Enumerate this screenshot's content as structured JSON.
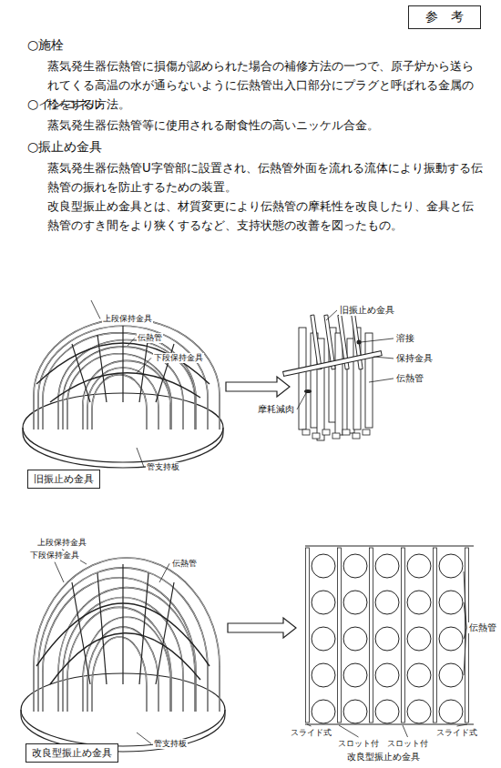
{
  "diagram": {
    "nodes": [
      {
        "text": [
          "参　考"
        ]
      },
      {
        "text": [
          "旧振止め金具"
        ]
      },
      {
        "text": [
          "改良型振止め金具"
        ]
      }
    ],
    "labels": [
      "○施栓",
      "蒸気発生器伝熱管に損傷が認められた場合の補修方法の一つで、原子炉から送られてくる高温の水が通らないように伝熱管出入口部分にプラグと呼ばれる金属の栓をする方法。",
      "○インコネル",
      "蒸気発生器伝熱管等に使用される耐食性の高いニッケル合金。",
      "○振止め金具",
      "蒸気発生器伝熱管U字管部に設置され、伝熱管外面を流れる流体により振動する伝熱管の振れを防止するための装置。",
      "改良型振止め金具とは、材質変更により伝熱管の摩耗性を改良したり、金具と伝熱管のすき間をより狭くするなど、支持状態の改善を図ったもの。",
      "上段保持金具",
      "伝熱管",
      "下段保持金具",
      "管支持板",
      "旧振止め金具",
      "溶接",
      "保持金具",
      "伝熱管",
      "摩耗減肉",
      "上段保持金具",
      "下段保持金具",
      "伝熱管",
      "管支持板",
      "伝熱管",
      "スライド式",
      "スロット付",
      "スロット付",
      "スライド式",
      "改良型振止め金具"
    ]
  }
}
